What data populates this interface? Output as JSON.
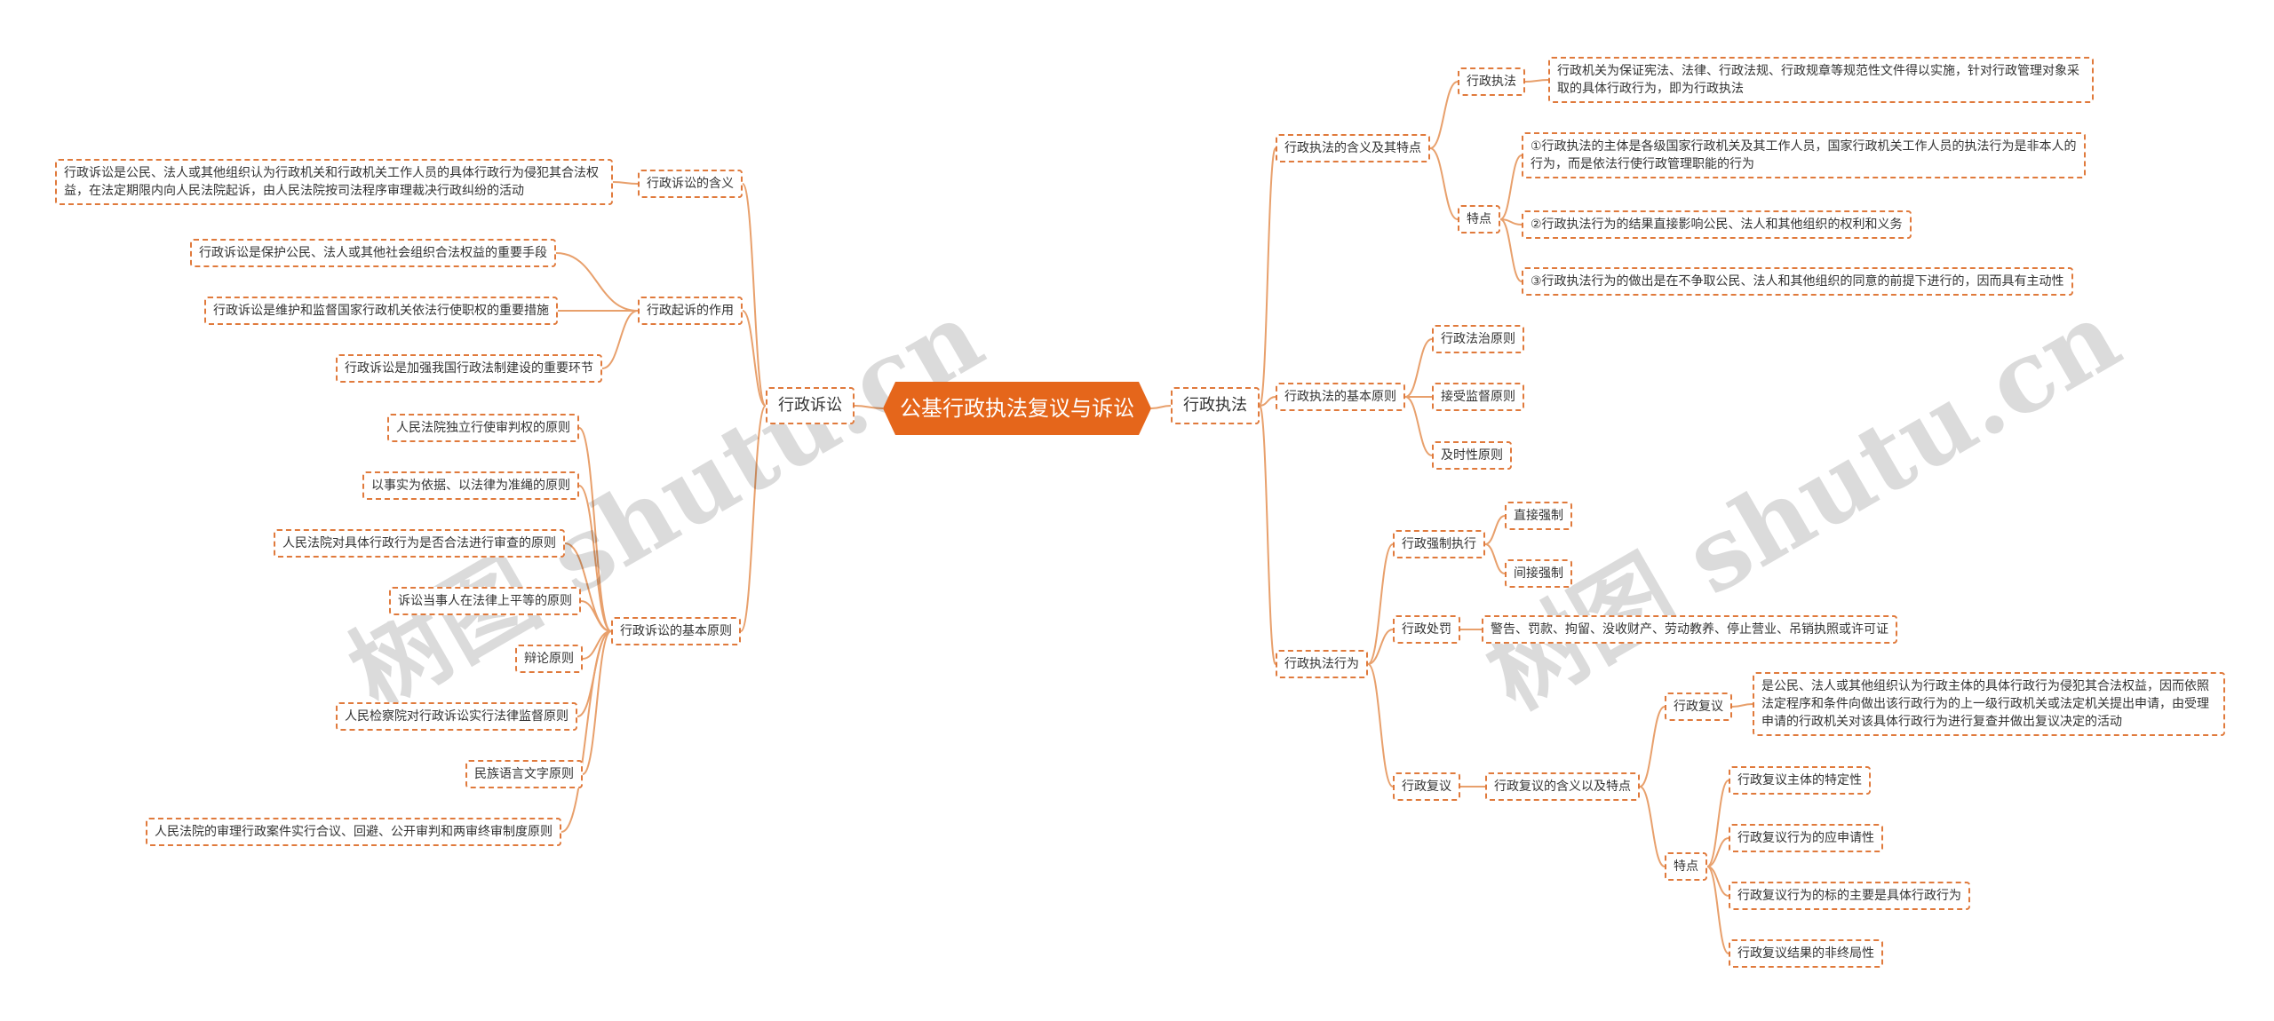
{
  "watermark": "树图 shutu.cn",
  "root": "公基行政执法复议与诉讼",
  "right": {
    "label": "行政执法",
    "n1": {
      "label": "行政执法的含义及其特点",
      "a": {
        "label": "行政执法",
        "text": "行政机关为保证宪法、法律、行政法规、行政规章等规范性文件得以实施，针对行政管理对象采取的具体行政行为，即为行政执法"
      },
      "b": {
        "label": "特点",
        "items": [
          "①行政执法的主体是各级国家行政机关及其工作人员，国家行政机关工作人员的执法行为是非本人的行为，而是依法行使行政管理职能的行为",
          "②行政执法行为的结果直接影响公民、法人和其他组织的权利和义务",
          "③行政执法行为的做出是在不争取公民、法人和其他组织的同意的前提下进行的，因而具有主动性"
        ]
      }
    },
    "n2": {
      "label": "行政执法的基本原则",
      "items": [
        "行政法治原则",
        "接受监督原则",
        "及时性原则"
      ]
    },
    "n3": {
      "label": "行政执法行为",
      "a": {
        "label": "行政强制执行",
        "items": [
          "直接强制",
          "间接强制"
        ]
      },
      "b": {
        "label": "行政处罚",
        "text": "警告、罚款、拘留、没收财产、劳动教养、停止营业、吊销执照或许可证"
      },
      "c": {
        "label": "行政复议",
        "sub": {
          "label": "行政复议的含义以及特点",
          "a": {
            "label": "行政复议",
            "text": "是公民、法人或其他组织认为行政主体的具体行政行为侵犯其合法权益，因而依照法定程序和条件向做出该行政行为的上一级行政机关或法定机关提出申请，由受理申请的行政机关对该具体行政行为进行复查并做出复议决定的活动"
          },
          "b": {
            "label": "特点",
            "items": [
              "行政复议主体的特定性",
              "行政复议行为的应申请性",
              "行政复议行为的标的主要是具体行政行为",
              "行政复议结果的非终局性"
            ]
          }
        }
      }
    }
  },
  "left": {
    "label": "行政诉讼",
    "n1": {
      "label": "行政诉讼的含义",
      "text": "行政诉讼是公民、法人或其他组织认为行政机关和行政机关工作人员的具体行政行为侵犯其合法权益，在法定期限内向人民法院起诉，由人民法院按司法程序审理裁决行政纠纷的活动"
    },
    "n2": {
      "label": "行政起诉的作用",
      "items": [
        "行政诉讼是保护公民、法人或其他社会组织合法权益的重要手段",
        "行政诉讼是维护和监督国家行政机关依法行使职权的重要措施",
        "行政诉讼是加强我国行政法制建设的重要环节"
      ]
    },
    "n3": {
      "label": "行政诉讼的基本原则",
      "items": [
        "人民法院独立行使审判权的原则",
        "以事实为依据、以法律为准绳的原则",
        "人民法院对具体行政行为是否合法进行审查的原则",
        "诉讼当事人在法律上平等的原则",
        "辩论原则",
        "人民检察院对行政诉讼实行法律监督原则",
        "民族语言文字原则",
        "人民法院的审理行政案件实行合议、回避、公开审判和两审终审制度原则"
      ]
    }
  }
}
